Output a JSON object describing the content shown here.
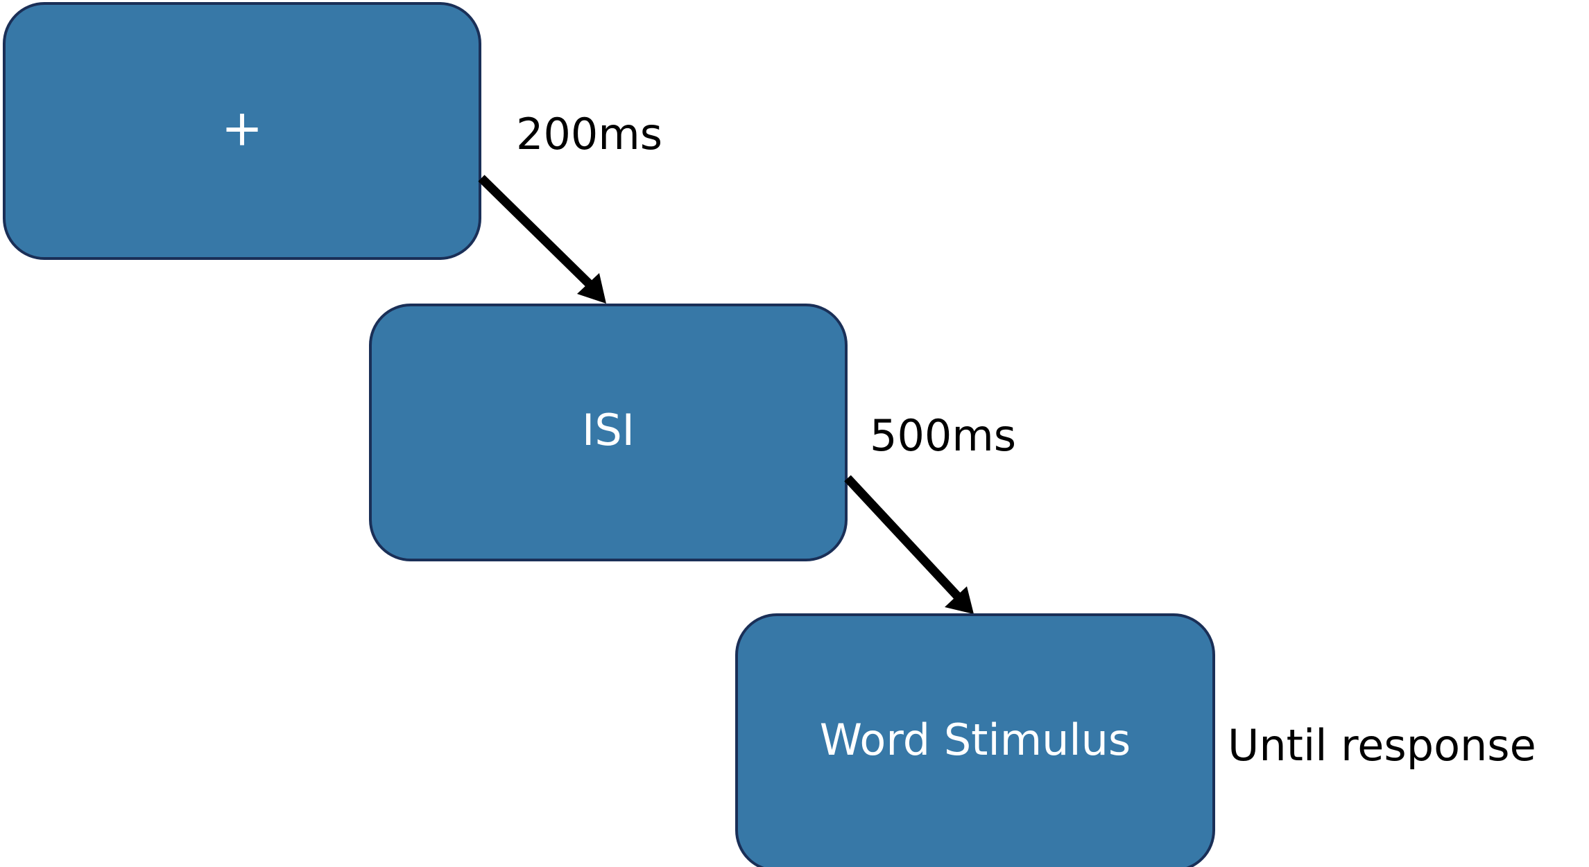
{
  "steps": [
    {
      "label": "+",
      "duration": "200ms"
    },
    {
      "label": "ISI",
      "duration": "500ms"
    },
    {
      "label": "Word Stimulus",
      "duration": "Until response"
    }
  ],
  "colors": {
    "box_fill": "#3778a7",
    "box_stroke": "#1a2f57",
    "box_text": "#ffffff",
    "arrow": "#000000",
    "duration_text": "#000000"
  }
}
